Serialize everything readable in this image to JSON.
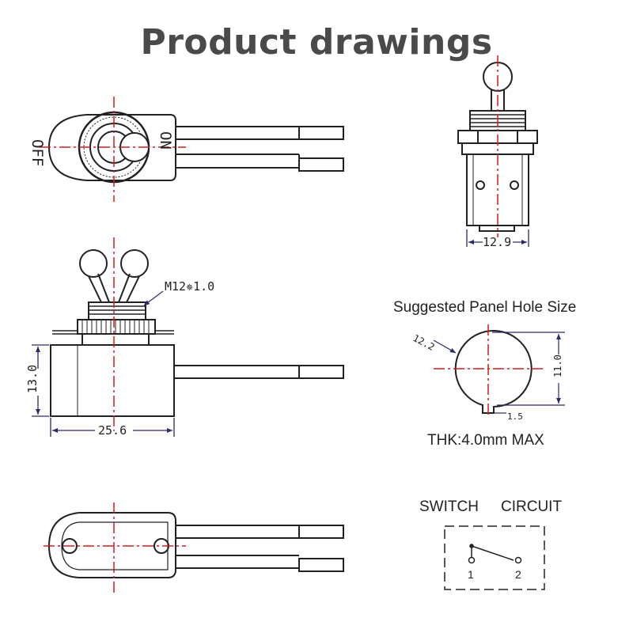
{
  "title": "Product drawings",
  "off_label": "OFF",
  "on_label": "ON",
  "side_view": {
    "thread_label": "M12✵1.0",
    "height_dim": "13.0",
    "width_dim": "25.6"
  },
  "end_view": {
    "width_dim": "12.9"
  },
  "panel_hole": {
    "heading": "Suggested Panel Hole Size",
    "diameter_dim": "12.2",
    "flat_dim": "11.0",
    "key_dim": "1.5",
    "thickness_note": "THK:4.0mm MAX"
  },
  "circuit": {
    "heading_left": "SWITCH",
    "heading_right": "CIRCUIT",
    "terminal_1": "1",
    "terminal_2": "2"
  },
  "colors": {
    "line": "#222222",
    "centerline": "#cc1f1f",
    "dimension": "#2a2a6a",
    "title": "#4a4a4a"
  }
}
